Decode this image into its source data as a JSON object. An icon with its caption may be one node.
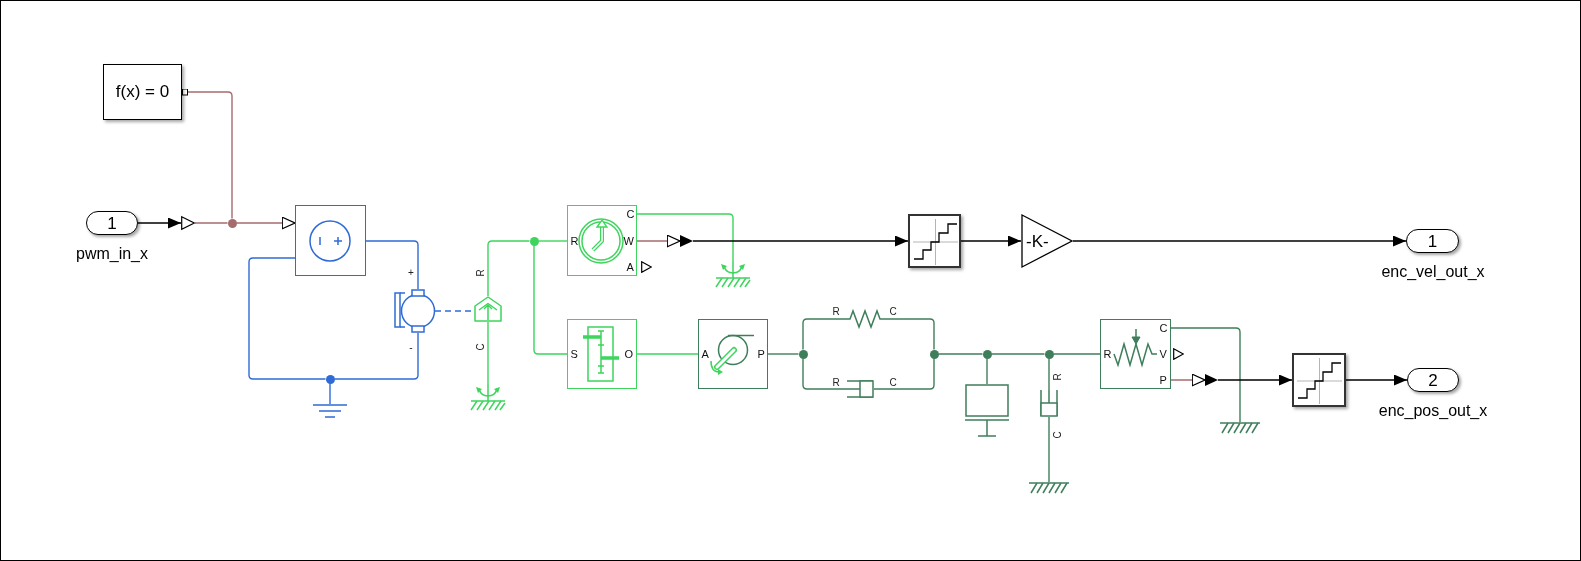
{
  "diagram": {
    "nodes": [
      {
        "text": [
          "f(x) = 0"
        ]
      },
      {
        "text": [
          "1"
        ],
        "beside": [
          "pwm_in_x"
        ]
      },
      {
        "text": [],
        "shape": "triangle"
      },
      {
        "text": [],
        "shape": "dot"
      },
      {
        "text": [],
        "shape": "box"
      },
      {
        "text": [],
        "shape": "motor",
        "beside": [
          "+",
          "-"
        ]
      },
      {
        "text": [],
        "shape": "dot"
      },
      {
        "text": [],
        "shape": "ground"
      },
      {
        "text": [],
        "shape": "pentagon",
        "beside": [
          "R",
          "C"
        ]
      },
      {
        "text": [],
        "shape": "ground"
      },
      {
        "text": [],
        "shape": "dot"
      },
      {
        "text": [
          "C",
          "R",
          "W",
          "A"
        ]
      },
      {
        "text": [],
        "shape": "ground"
      },
      {
        "text": [],
        "shape": "triangle"
      },
      {
        "text": [
          "S",
          "O"
        ]
      },
      {
        "text": [
          "A",
          "P"
        ]
      },
      {
        "text": [],
        "shape": "dot"
      },
      {
        "text": [],
        "shape": "spring",
        "beside": [
          "R",
          "C"
        ]
      },
      {
        "text": [],
        "shape": "damper",
        "beside": [
          "R",
          "C"
        ]
      },
      {
        "text": [],
        "shape": "dot"
      },
      {
        "text": [],
        "shape": "dot"
      },
      {
        "text": [],
        "shape": "mass"
      },
      {
        "text": [],
        "shape": "dot"
      },
      {
        "text": [],
        "shape": "damper",
        "beside": [
          "R",
          "C"
        ]
      },
      {
        "text": [],
        "shape": "ground"
      },
      {
        "text": [
          "C",
          "R",
          "V",
          "P"
        ]
      },
      {
        "text": [],
        "shape": "ground"
      },
      {
        "text": [],
        "shape": "triangle"
      },
      {
        "text": [],
        "shape": "box"
      },
      {
        "text": [
          "-K-"
        ]
      },
      {
        "text": [
          "1"
        ],
        "beside": [
          "enc_vel_out_x"
        ]
      },
      {
        "text": [],
        "shape": "box"
      },
      {
        "text": [
          "2"
        ],
        "beside": [
          "enc_pos_out_x"
        ]
      }
    ],
    "edges": [
      {
        "from": 1,
        "to": 2,
        "arrow": "to",
        "color": "#000000"
      },
      {
        "from": 0,
        "to": 3,
        "arrow": "other",
        "color": "#a66b6e"
      },
      {
        "from": 2,
        "to": 3,
        "arrow": "none",
        "color": "#a66b6e"
      },
      {
        "from": 3,
        "to": 4,
        "arrow": "to",
        "color": "#a66b6e"
      },
      {
        "from": 4,
        "to": 5,
        "arrow": "none",
        "color": "#2f6bd6"
      },
      {
        "from": 5,
        "to": 6,
        "arrow": "none",
        "color": "#2f6bd6"
      },
      {
        "from": 6,
        "to": 4,
        "arrow": "none",
        "color": "#2f6bd6"
      },
      {
        "from": 6,
        "to": 7,
        "arrow": "none",
        "color": "#2f6bd6"
      },
      {
        "from": 5,
        "to": 8,
        "arrow": "none",
        "style": "dashed",
        "color": "#2f6bd6"
      },
      {
        "from": 8,
        "to": 9,
        "arrow": "none",
        "color": "#3dd55d"
      },
      {
        "from": 8,
        "to": 10,
        "arrow": "none",
        "color": "#3dd55d"
      },
      {
        "from": 10,
        "to": 11,
        "arrow": "none",
        "color": "#3dd55d"
      },
      {
        "from": 10,
        "to": 14,
        "arrow": "none",
        "color": "#3dd55d"
      },
      {
        "from": 11,
        "to": 12,
        "arrow": "none",
        "color": "#3dd55d"
      },
      {
        "from": 11,
        "to": 13,
        "arrow": "to",
        "color": "#a66b6e"
      },
      {
        "from": 13,
        "to": 28,
        "arrow": "to",
        "color": "#000000"
      },
      {
        "from": 28,
        "to": 29,
        "arrow": "to",
        "color": "#000000"
      },
      {
        "from": 29,
        "to": 30,
        "arrow": "to",
        "color": "#000000"
      },
      {
        "from": 14,
        "to": 15,
        "arrow": "none",
        "color": "#3dd55d"
      },
      {
        "from": 15,
        "to": 16,
        "arrow": "none",
        "color": "#3f7e5b"
      },
      {
        "from": 16,
        "to": 17,
        "arrow": "none",
        "color": "#3f7e5b"
      },
      {
        "from": 16,
        "to": 18,
        "arrow": "none",
        "color": "#3f7e5b"
      },
      {
        "from": 17,
        "to": 19,
        "arrow": "none",
        "color": "#3f7e5b"
      },
      {
        "from": 18,
        "to": 19,
        "arrow": "none",
        "color": "#3f7e5b"
      },
      {
        "from": 19,
        "to": 20,
        "arrow": "none",
        "color": "#3f7e5b"
      },
      {
        "from": 20,
        "to": 21,
        "arrow": "none",
        "color": "#3f7e5b"
      },
      {
        "from": 20,
        "to": 22,
        "arrow": "none",
        "color": "#3f7e5b"
      },
      {
        "from": 22,
        "to": 23,
        "arrow": "none",
        "color": "#3f7e5b"
      },
      {
        "from": 23,
        "to": 24,
        "arrow": "none",
        "color": "#3f7e5b"
      },
      {
        "from": 22,
        "to": 25,
        "arrow": "none",
        "color": "#3f7e5b"
      },
      {
        "from": 25,
        "to": 26,
        "arrow": "none",
        "color": "#3f7e5b"
      },
      {
        "from": 25,
        "to": 27,
        "arrow": "to",
        "color": "#a66b6e"
      },
      {
        "from": 27,
        "to": 31,
        "arrow": "to",
        "color": "#000000"
      },
      {
        "from": 31,
        "to": 32,
        "arrow": "to",
        "color": "#000000"
      }
    ]
  }
}
